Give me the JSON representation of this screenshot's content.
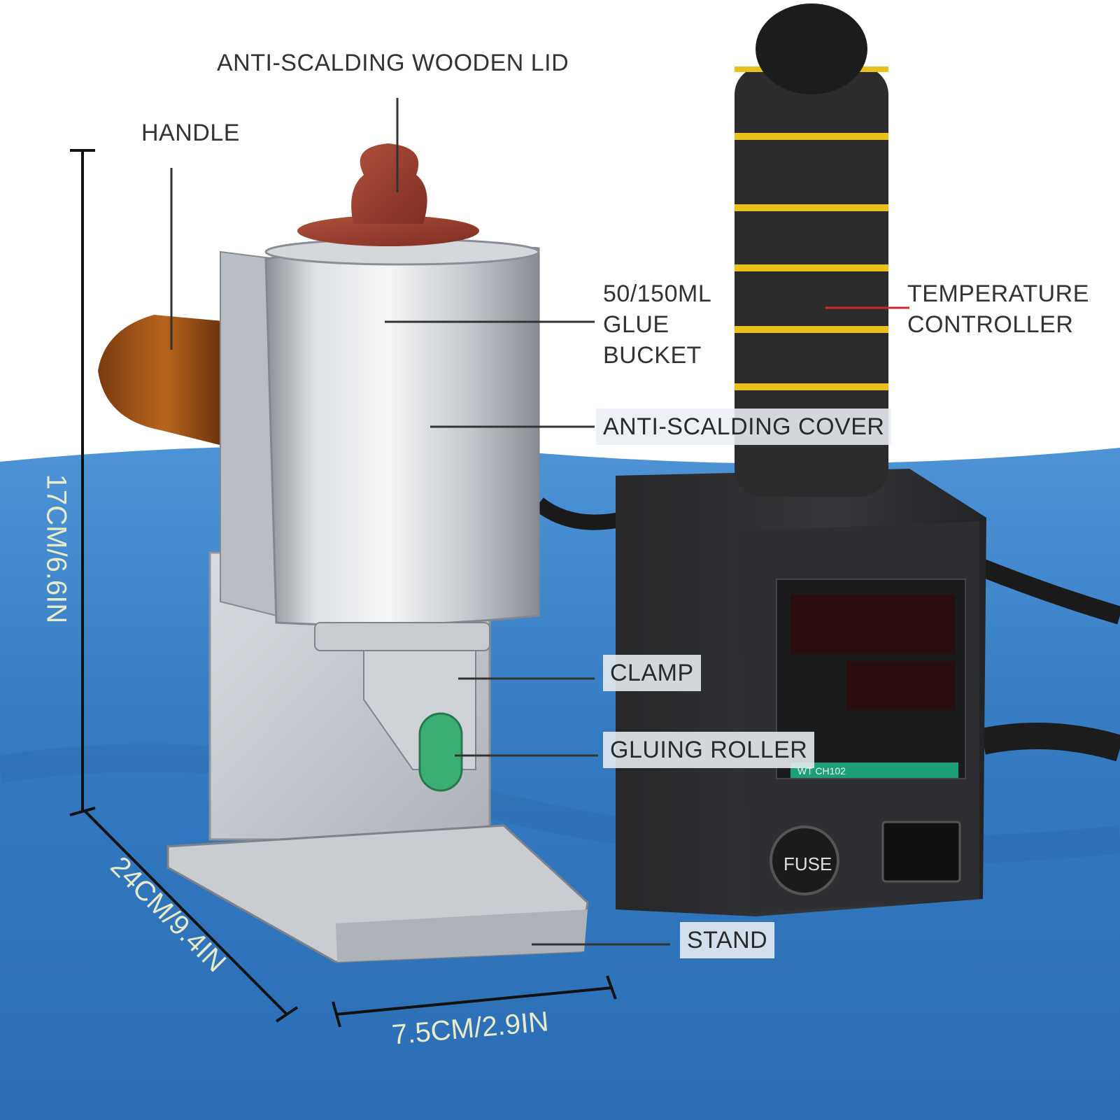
{
  "labels": {
    "wooden_lid": "ANTI-SCALDING WOODEN LID",
    "handle": "HANDLE",
    "glue_bucket": [
      "50/150ML",
      "GLUE",
      "BUCKET"
    ],
    "temp_controller": [
      "TEMPERATURE",
      "CONTROLLER"
    ],
    "cover": "ANTI-SCALDING COVER",
    "clamp": "CLAMP",
    "roller": "GLUING ROLLER",
    "stand": "STAND"
  },
  "dimensions": {
    "height": "17CM/6.6IN",
    "depth": "24CM/9.4IN",
    "width": "7.5CM/2.9IN"
  },
  "panel": {
    "model": "WT CH102",
    "fuse": "FUSE"
  },
  "colors": {
    "accent_line": "#cc2a2a",
    "cloth": "#3a7ec4",
    "grip_band": "#e8c21a",
    "display_digit": "#ff5a5a"
  }
}
